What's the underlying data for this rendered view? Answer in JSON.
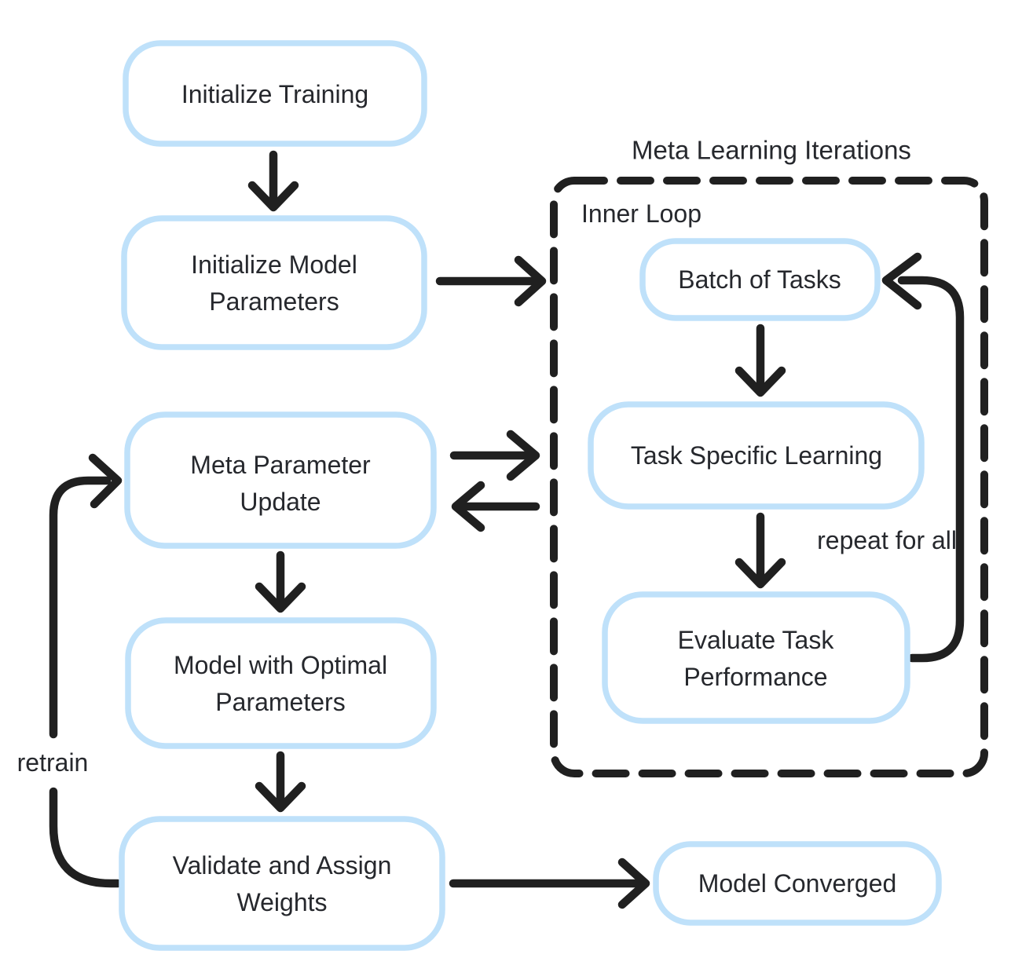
{
  "diagram": {
    "outer_group_title": "Meta Learning Iterations",
    "inner_loop_label": "Inner Loop",
    "repeat_label": "repeat for all",
    "retrain_label": "retrain",
    "nodes": {
      "initialize_training": {
        "lines": [
          "Initialize Training"
        ]
      },
      "initialize_model_parameters": {
        "lines": [
          "Initialize Model",
          "Parameters"
        ]
      },
      "meta_parameter_update": {
        "lines": [
          "Meta Parameter",
          "Update"
        ]
      },
      "model_with_optimal_parameters": {
        "lines": [
          "Model with Optimal",
          "Parameters"
        ]
      },
      "validate_and_assign_weights": {
        "lines": [
          "Validate and Assign",
          "Weights"
        ]
      },
      "model_converged": {
        "lines": [
          "Model Converged"
        ]
      },
      "batch_of_tasks": {
        "lines": [
          "Batch of Tasks"
        ]
      },
      "task_specific_learning": {
        "lines": [
          "Task Specific Learning"
        ]
      },
      "evaluate_task_performance": {
        "lines": [
          "Evaluate Task",
          "Performance"
        ]
      }
    },
    "colors": {
      "background": "#ffffff",
      "node_fill": "#ffffff",
      "node_border": "#bfe1fa",
      "edge": "#202020",
      "text": "#26282d"
    }
  }
}
